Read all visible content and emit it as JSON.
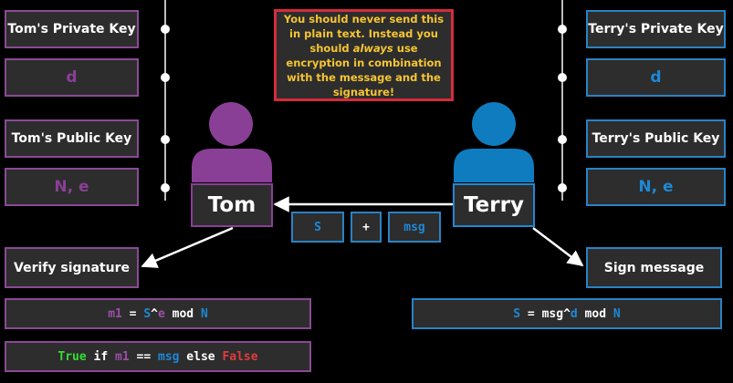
{
  "tom": {
    "name": "Tom",
    "private_key_label": "Tom's Private Key",
    "private_key_value": "d",
    "public_key_label": "Tom's Public Key",
    "public_key_value": "N, e",
    "verify_label": "Verify signature",
    "formula_parts": [
      "m1",
      " = ",
      "S",
      "^",
      "e",
      " mod ",
      "N"
    ],
    "check_parts": [
      "True",
      " if ",
      "m1",
      " == ",
      "msg",
      " else ",
      "False"
    ]
  },
  "terry": {
    "name": "Terry",
    "private_key_label": "Terry's Private Key",
    "private_key_value": "d",
    "public_key_label": "Terry's Public Key",
    "public_key_value": "N, e",
    "sign_label": "Sign message",
    "formula_parts": [
      "S",
      " = ",
      "msg",
      "^",
      "d",
      " mod ",
      "N"
    ]
  },
  "message": {
    "signature": "S",
    "plus": "+",
    "msg": "msg"
  },
  "warning": {
    "line1": "You should never send this in plain text. Instead you should ",
    "emphasis": "always",
    "line2": " use encryption in combination with the message and the signature!"
  },
  "colors": {
    "tom": "#8a3f96",
    "terry": "#1e88d6",
    "warning_border": "#d42c3c",
    "warning_text": "#f5c531"
  },
  "icons": {
    "tom": "person-icon",
    "terry": "person-icon"
  }
}
